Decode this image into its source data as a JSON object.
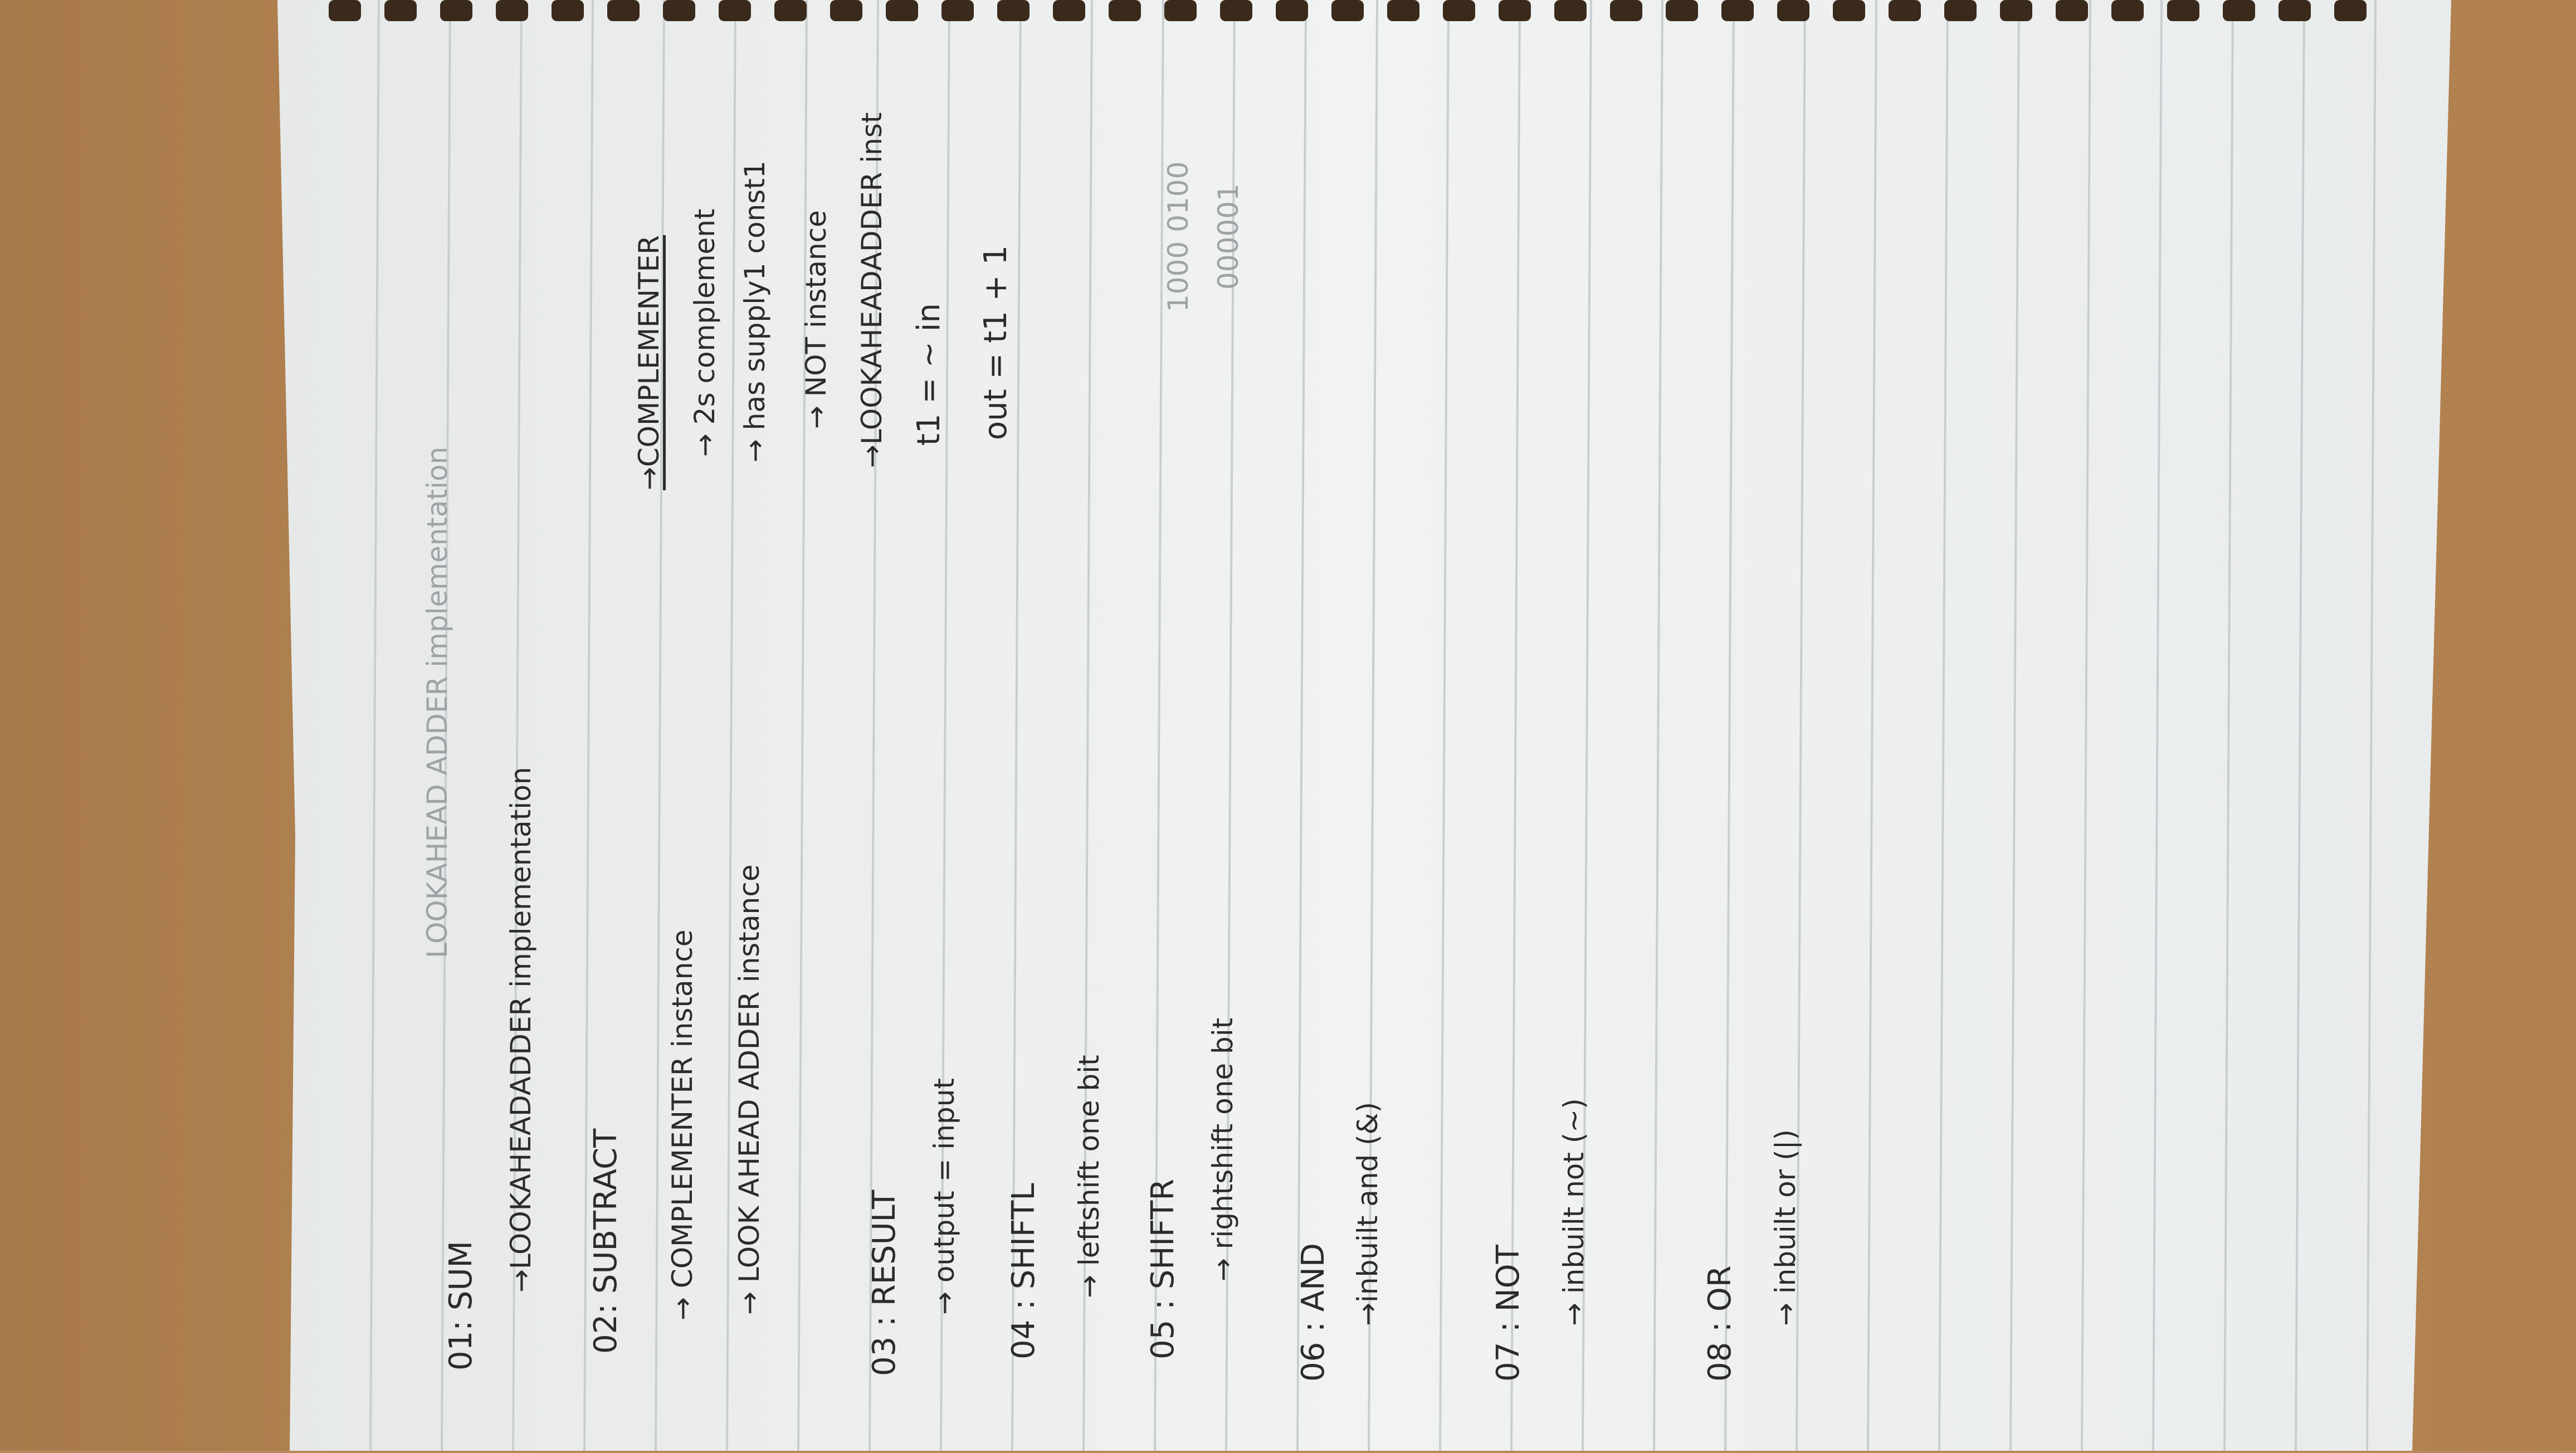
{
  "notes": {
    "lines": [
      {
        "id": "n01",
        "text": "01: SUM",
        "faint": false
      },
      {
        "id": "n01b",
        "text": "LOOKAHEAD ADDER implementation",
        "faint": true
      },
      {
        "id": "n01c",
        "text": "→LOOKAHEADADDER implementation",
        "faint": false
      },
      {
        "id": "n02",
        "text": "02: SUBTRACT",
        "faint": false
      },
      {
        "id": "n02a",
        "text": "→ COMPLEMENTER instance",
        "faint": false
      },
      {
        "id": "n02b",
        "text": "→ LOOK AHEAD ADDER instance",
        "faint": false
      },
      {
        "id": "c1",
        "text": "→COMPLEMENTER",
        "faint": false
      },
      {
        "id": "c2",
        "text": "→ 2s complement",
        "faint": false
      },
      {
        "id": "c3",
        "text": "→ has supply1 const1",
        "faint": false
      },
      {
        "id": "c4",
        "text": "→ NOT instance",
        "faint": false
      },
      {
        "id": "c5",
        "text": "→LOOKAHEADADDER inst",
        "faint": false
      },
      {
        "id": "c6",
        "text": "t1 = ~ in",
        "faint": false
      },
      {
        "id": "c7",
        "text": "out = t1 + 1",
        "faint": false
      },
      {
        "id": "c8",
        "text": "1000 0100",
        "faint": true
      },
      {
        "id": "c9",
        "text": "000001",
        "faint": true
      },
      {
        "id": "n03",
        "text": "03 : RESULT",
        "faint": false
      },
      {
        "id": "n03a",
        "text": "→ output = input",
        "faint": false
      },
      {
        "id": "n04",
        "text": "04 : SHIFTL",
        "faint": false
      },
      {
        "id": "n04a",
        "text": "→ leftshift one bit",
        "faint": false
      },
      {
        "id": "n05",
        "text": "05 : SHIFTR",
        "faint": false
      },
      {
        "id": "n05a",
        "text": "→ rightshift one bit",
        "faint": false
      },
      {
        "id": "n06",
        "text": "06 : AND",
        "faint": false
      },
      {
        "id": "n06a",
        "text": "→inbuilt and (&)",
        "faint": false
      },
      {
        "id": "n07",
        "text": "07 : NOT",
        "faint": false
      },
      {
        "id": "n07a",
        "text": "→ inbuilt not (~)",
        "faint": false
      },
      {
        "id": "n08",
        "text": "08 : OR",
        "faint": false
      },
      {
        "id": "n08a",
        "text": "→ inbuilt or (|)",
        "faint": false
      }
    ]
  },
  "colors": {
    "table": "#b88a57",
    "paper": "#eef0ef",
    "rule": "#c9ced0",
    "ink": "#2b2b2b",
    "spiral": "#3a2a1c"
  }
}
